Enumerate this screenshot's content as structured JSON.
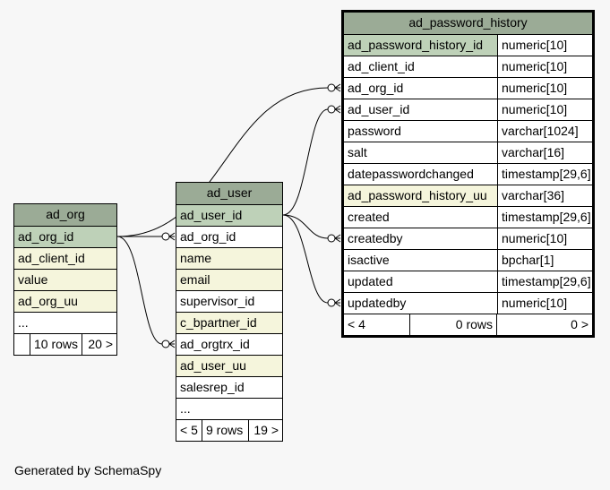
{
  "tables": {
    "ad_org": {
      "title": "ad_org",
      "columns": [
        {
          "name": "ad_org_id",
          "kind": "pk"
        },
        {
          "name": "ad_client_id",
          "kind": "idx"
        },
        {
          "name": "value",
          "kind": "idx"
        },
        {
          "name": "ad_org_uu",
          "kind": "idx"
        },
        {
          "name": "...",
          "kind": "plain"
        }
      ],
      "footer": {
        "left": "",
        "mid": "10 rows",
        "right": "20 >"
      }
    },
    "ad_user": {
      "title": "ad_user",
      "columns": [
        {
          "name": "ad_user_id",
          "kind": "pk"
        },
        {
          "name": "ad_org_id",
          "kind": "plain"
        },
        {
          "name": "name",
          "kind": "idx"
        },
        {
          "name": "email",
          "kind": "idx"
        },
        {
          "name": "supervisor_id",
          "kind": "plain"
        },
        {
          "name": "c_bpartner_id",
          "kind": "idx"
        },
        {
          "name": "ad_orgtrx_id",
          "kind": "plain"
        },
        {
          "name": "ad_user_uu",
          "kind": "idx"
        },
        {
          "name": "salesrep_id",
          "kind": "plain"
        },
        {
          "name": "...",
          "kind": "plain"
        }
      ],
      "footer": {
        "left": "< 5",
        "mid": "9 rows",
        "right": "19 >"
      }
    },
    "ad_password_history": {
      "title": "ad_password_history",
      "columns": [
        {
          "name": "ad_password_history_id",
          "type": "numeric[10]",
          "kind": "pk"
        },
        {
          "name": "ad_client_id",
          "type": "numeric[10]",
          "kind": "plain"
        },
        {
          "name": "ad_org_id",
          "type": "numeric[10]",
          "kind": "plain"
        },
        {
          "name": "ad_user_id",
          "type": "numeric[10]",
          "kind": "plain"
        },
        {
          "name": "password",
          "type": "varchar[1024]",
          "kind": "plain"
        },
        {
          "name": "salt",
          "type": "varchar[16]",
          "kind": "plain"
        },
        {
          "name": "datepasswordchanged",
          "type": "timestamp[29,6]",
          "kind": "plain"
        },
        {
          "name": "ad_password_history_uu",
          "type": "varchar[36]",
          "kind": "idx"
        },
        {
          "name": "created",
          "type": "timestamp[29,6]",
          "kind": "plain"
        },
        {
          "name": "createdby",
          "type": "numeric[10]",
          "kind": "plain"
        },
        {
          "name": "isactive",
          "type": "bpchar[1]",
          "kind": "plain"
        },
        {
          "name": "updated",
          "type": "timestamp[29,6]",
          "kind": "plain"
        },
        {
          "name": "updatedby",
          "type": "numeric[10]",
          "kind": "plain"
        }
      ],
      "footer": {
        "left": "< 4",
        "mid": "0 rows",
        "right": "0 >"
      }
    }
  },
  "relationships": [
    {
      "from": "ad_user.ad_org_id",
      "to": "ad_org.ad_org_id"
    },
    {
      "from": "ad_user.ad_orgtrx_id",
      "to": "ad_org.ad_org_id"
    },
    {
      "from": "ad_password_history.ad_org_id",
      "to": "ad_org.ad_org_id"
    },
    {
      "from": "ad_password_history.ad_user_id",
      "to": "ad_user.ad_user_id"
    },
    {
      "from": "ad_password_history.createdby",
      "to": "ad_user.ad_user_id"
    },
    {
      "from": "ad_password_history.updatedby",
      "to": "ad_user.ad_user_id"
    }
  ],
  "colors": {
    "header": "#9bab96",
    "primary_key": "#bed1b8",
    "indexed": "#f5f5dc",
    "background": "#f7f7f7"
  },
  "generated_by": "Generated by SchemaSpy"
}
